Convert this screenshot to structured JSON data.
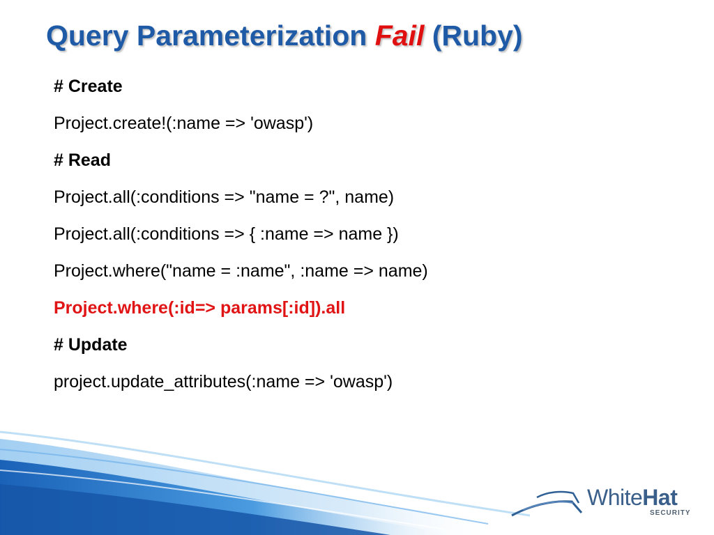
{
  "slide": {
    "title_part1": "Query Parameterization",
    "title_fail": "Fail",
    "title_part2": "(Ruby)"
  },
  "code_lines": [
    {
      "text": "# Create",
      "style": "bold"
    },
    {
      "text": "Project.create!(:name => 'owasp')",
      "style": "normal"
    },
    {
      "text": "# Read",
      "style": "bold"
    },
    {
      "text": "Project.all(:conditions => \"name = ?\", name)",
      "style": "normal"
    },
    {
      "text": "Project.all(:conditions => { :name => name })",
      "style": "normal"
    },
    {
      "text": "Project.where(\"name = :name\", :name => name)",
      "style": "normal"
    },
    {
      "text": "Project.where(:id=> params[:id]).all",
      "style": "alert"
    },
    {
      "text": "# Update",
      "style": "bold"
    },
    {
      "text": "project.update_attributes(:name => 'owasp')",
      "style": "normal"
    }
  ],
  "logo": {
    "name_light": "White",
    "name_bold": "Hat",
    "tagline": "SECURITY"
  },
  "colors": {
    "title": "#1f5aa6",
    "alert": "#e01010",
    "wave": "#2a7fd0"
  }
}
